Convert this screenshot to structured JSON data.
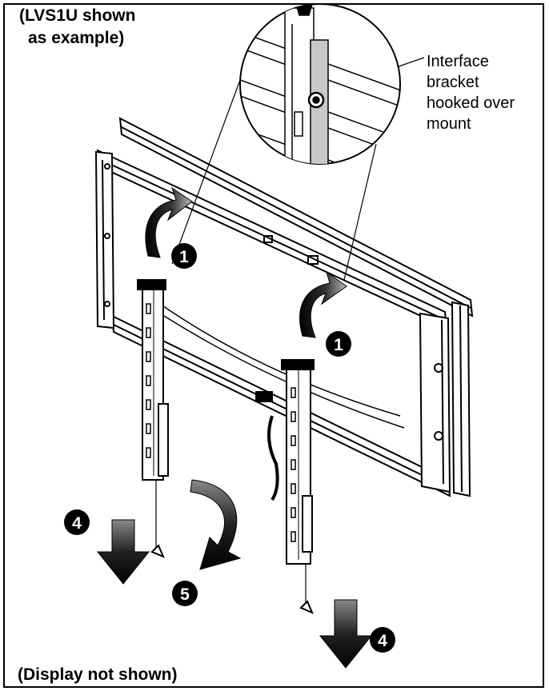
{
  "labels": {
    "example_line1": "(LVS1U shown",
    "example_line2": "as example)",
    "callout_line1": "Interface",
    "callout_line2": "bracket",
    "callout_line3": "hooked over",
    "callout_line4": "mount",
    "footer": "(Display not shown)"
  },
  "steps": {
    "step1_a": "1",
    "step1_b": "1",
    "step4_a": "4",
    "step4_b": "4",
    "step5": "5"
  },
  "colors": {
    "ink": "#000000",
    "paper": "#ffffff",
    "shade": "#c8c8c8"
  }
}
